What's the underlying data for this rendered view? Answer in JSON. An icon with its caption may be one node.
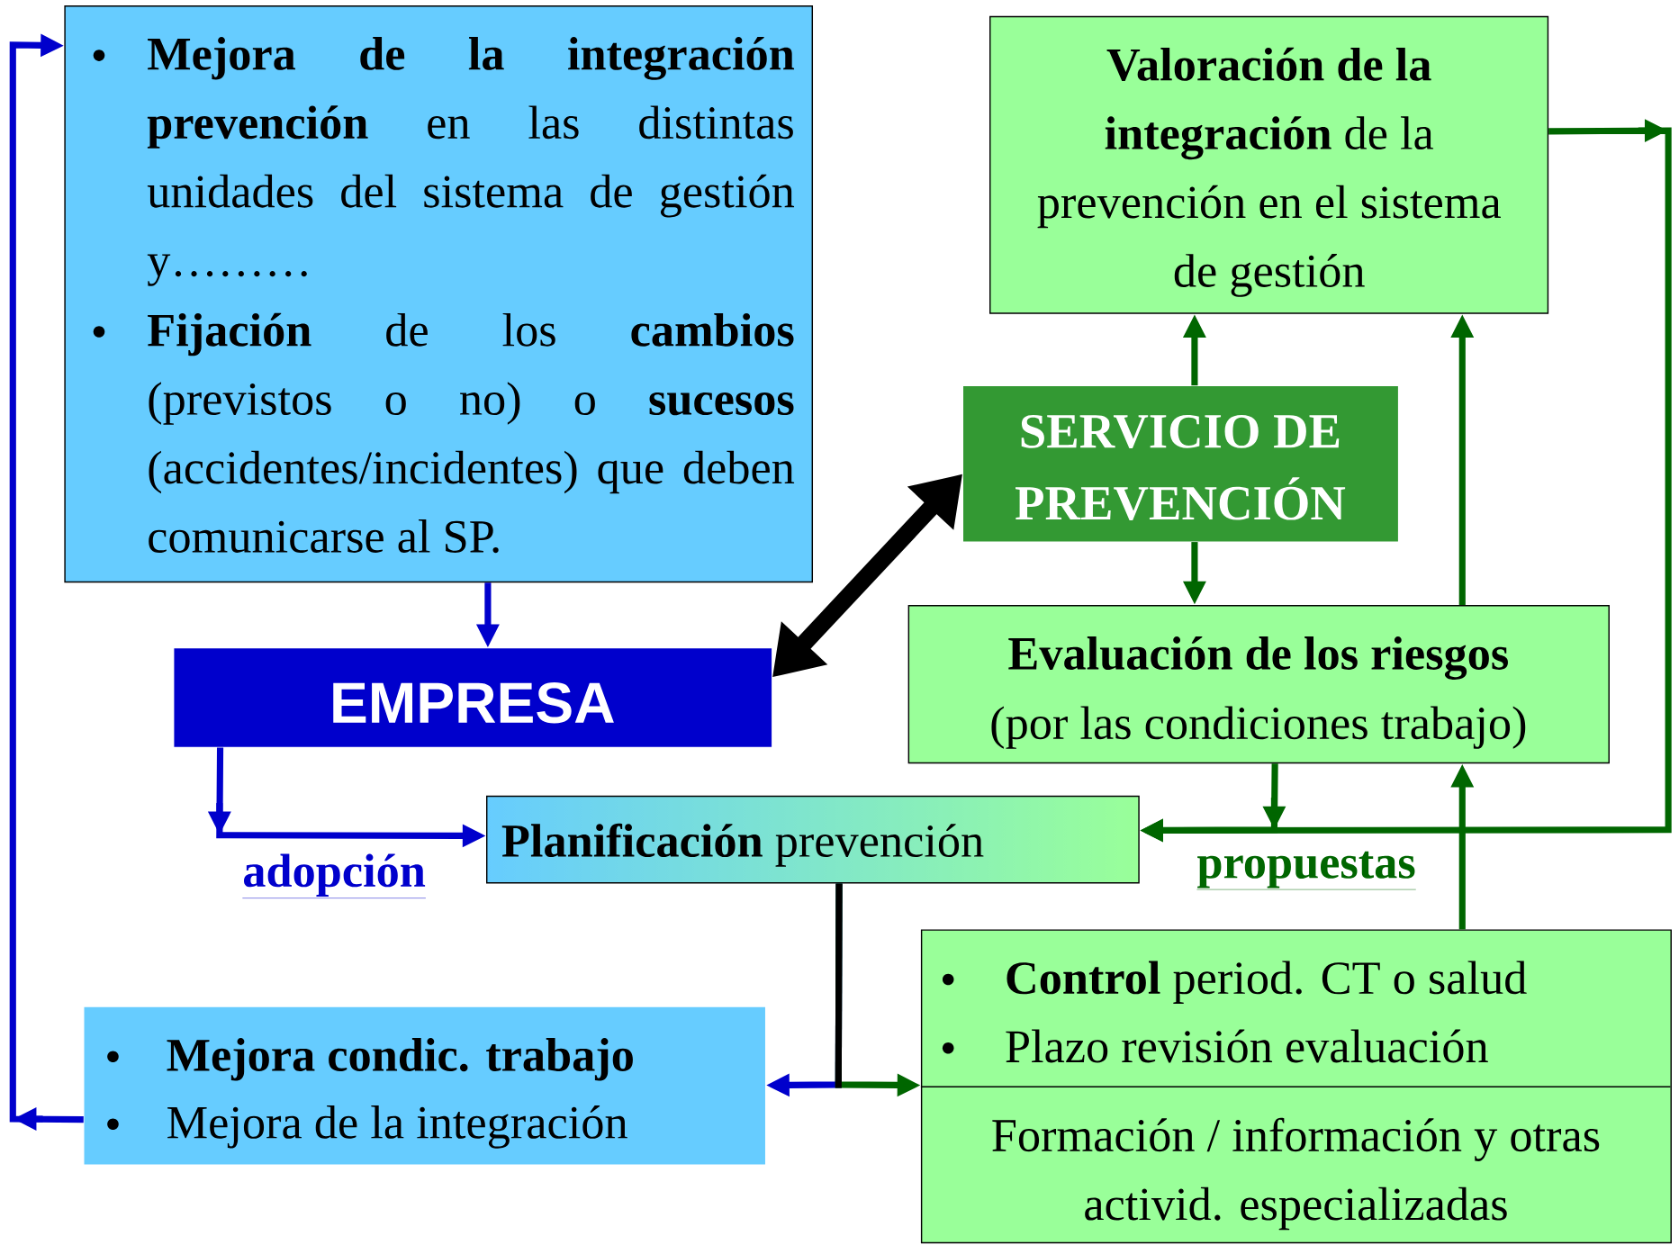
{
  "diagram": {
    "nodes": [
      {
        "text": [
          "**Mejora de la integración prevención** en las distintas unidades del sistema de gestión y………",
          "**Fijación** de los **cambios** (previstos o no) o **sucesos** (accidentes/incidentes) que deben comunicarse al SP."
        ]
      },
      {
        "text": [
          "**Valoración de la integración** de la prevención en el sistema de gestión"
        ]
      },
      {
        "text": [
          "SERVICIO DE PREVENCIÓN"
        ]
      },
      {
        "text": [
          "EMPRESA"
        ]
      },
      {
        "text": [
          "Evaluación de los riesgos",
          "(por las condiciones trabajo)"
        ]
      },
      {
        "text": [
          "**Planificación** prevención"
        ]
      },
      {
        "text": [
          "**Control** period. CT o salud",
          "Plazo revisión evaluación",
          "Formación / información y otras activid. especializadas"
        ]
      },
      {
        "text": [
          "Mejora condic. trabajo",
          "Mejora de la integración"
        ]
      }
    ],
    "edges": [
      {
        "from": 0,
        "to": 3,
        "arrow": "to",
        "color": "#0000cc"
      },
      {
        "from": 2,
        "to": 3,
        "arrow": "both",
        "style": "thick",
        "color": "#000000"
      },
      {
        "from": 2,
        "to": 1,
        "arrow": "to"
      },
      {
        "from": 2,
        "to": 4,
        "arrow": "to"
      },
      {
        "from": 4,
        "to": 1,
        "arrow": "to"
      },
      {
        "from": 1,
        "to": 5,
        "arrow": "to",
        "label": "propuestas"
      },
      {
        "from": 4,
        "to": 5,
        "arrow": "to"
      },
      {
        "from": 6,
        "to": 4,
        "arrow": "to"
      },
      {
        "from": 3,
        "to": 5,
        "arrow": "to",
        "label": "adopción",
        "color": "#0000cc"
      },
      {
        "from": 5,
        "to": 7,
        "arrow": "to",
        "color": "#0000cc"
      },
      {
        "from": 5,
        "to": 6,
        "arrow": "to"
      },
      {
        "from": 7,
        "to": 0,
        "arrow": "to",
        "color": "#0000cc"
      }
    ]
  }
}
